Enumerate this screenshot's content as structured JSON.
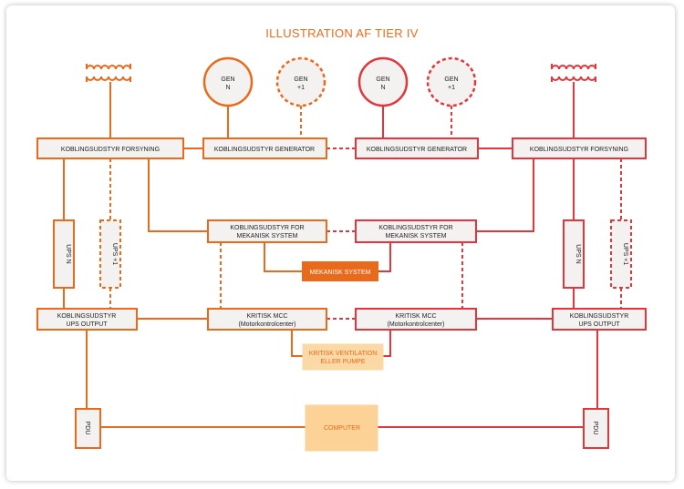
{
  "title": "ILLUSTRATION AF TIER IV",
  "colors": {
    "orange": "#ea6a1c",
    "red": "#e0363c",
    "mechanical_fill": "#ea6a1c",
    "ventilation_fill": "#fbd9a6",
    "computer_fill": "#fdd296",
    "box_fill": "#f4f1f1"
  },
  "nodes": {
    "gen_n_left": {
      "line1": "GEN",
      "line2": "N"
    },
    "gen_n1_left": {
      "line1": "GEN",
      "line2": "+1"
    },
    "gen_n_right": {
      "line1": "GEN",
      "line2": "N"
    },
    "gen_n1_right": {
      "line1": "GEN",
      "line2": "+1"
    },
    "switch_supply_left": "KOBLINGSUDSTYR FORSYNING",
    "switch_generator_left": "KOBLINGSUDSTYR GENERATOR",
    "switch_generator_right": "KOBLINGSUDSTYR GENERATOR",
    "switch_supply_right": "KOBLINGSUDSTYR FORSYNING",
    "ups_n_left": "UPS N",
    "ups_n1_left": "UPS +1",
    "ups_n_right": "UPS N",
    "ups_n1_right": "UPS +1",
    "switch_mech_left": {
      "line1": "KOBLINGSUDSTYR FOR",
      "line2": "MEKANISK SYSTEM"
    },
    "switch_mech_right": {
      "line1": "KOBLINGSUDSTYR FOR",
      "line2": "MEKANISK SYSTEM"
    },
    "mechanical_system": "MEKANISK SYSTEM",
    "ups_output_left": {
      "line1": "KOBLINGSUDSTYR",
      "line2": "UPS OUTPUT"
    },
    "ups_output_right": {
      "line1": "KOBLINGSUDSTYR",
      "line2": "UPS OUTPUT"
    },
    "mcc_left": {
      "line1": "KRITISK MCC",
      "line2": "(Motorkontrolcenter)"
    },
    "mcc_right": {
      "line1": "KRITISK MCC",
      "line2": "(Motorkontrolcenter)"
    },
    "critical_ventilation": {
      "line1": "KRITISK VENTILATION",
      "line2": "ELLER PUMPE"
    },
    "pdu_left": "PDU",
    "pdu_right": "PDU",
    "computer": "COMPUTER"
  }
}
